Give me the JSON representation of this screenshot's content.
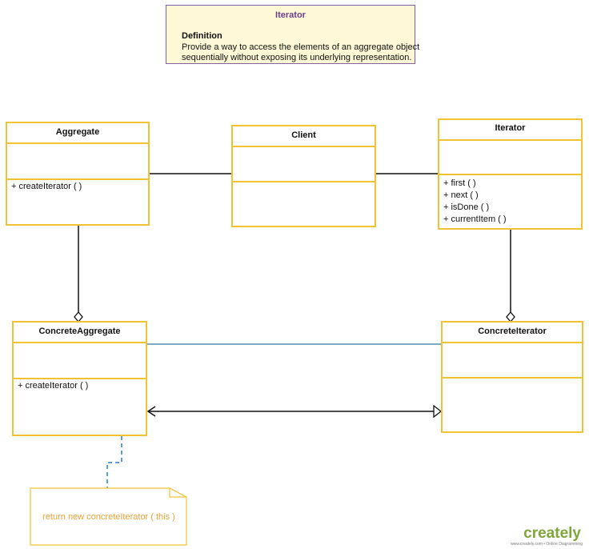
{
  "definition": {
    "title": "Iterator",
    "heading": "Definition",
    "lines": [
      "Provide a way to access the elements of an aggregate object",
      "sequentially without exposing its underlying representation."
    ]
  },
  "classes": {
    "aggregate": {
      "name": "Aggregate",
      "operations": [
        "+ createIterator ( )"
      ]
    },
    "client": {
      "name": "Client",
      "operations": []
    },
    "iterator": {
      "name": "Iterator",
      "operations": [
        "+ first ( )",
        "+ next ( )",
        "+ isDone ( )",
        "+ currentItem ( )"
      ]
    },
    "concrete_aggregate": {
      "name": "ConcreteAggregate",
      "operations": [
        "+ createIterator ( )"
      ]
    },
    "concrete_iterator": {
      "name": "ConcreteIterator",
      "operations": []
    }
  },
  "note": {
    "text": "return new concreteIterator ( this )"
  },
  "watermark": {
    "brand": "creately",
    "tagline": "www.creately.com • Online Diagramming"
  },
  "colors": {
    "class_border": "#f2c233",
    "definition_fill": "#fff8d6",
    "definition_border": "#8a5fa0",
    "note_text": "#e8a33a",
    "association_blue": "#2a7ca0",
    "dashed_link": "#2a7ccc"
  }
}
